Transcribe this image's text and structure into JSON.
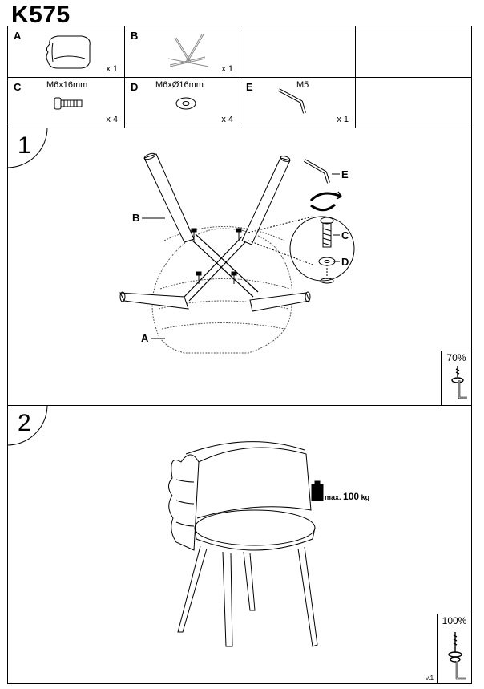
{
  "header": {
    "model": "K575"
  },
  "parts": [
    {
      "letter": "A",
      "spec": "",
      "qty": "x 1",
      "icon": "seat-icon"
    },
    {
      "letter": "B",
      "spec": "",
      "qty": "x 1",
      "icon": "leg-frame-icon"
    },
    {
      "letter": "C",
      "spec": "M6x16mm",
      "qty": "x 4",
      "icon": "bolt-icon"
    },
    {
      "letter": "D",
      "spec": "M6xØ16mm",
      "qty": "x 4",
      "icon": "washer-icon"
    },
    {
      "letter": "E",
      "spec": "M5",
      "qty": "x 1",
      "icon": "allen-key-icon"
    }
  ],
  "steps": [
    {
      "number": "1",
      "callouts": {
        "seat": "A",
        "legs": "B",
        "bolt": "C",
        "washer": "D",
        "key": "E"
      },
      "tighten": "70%"
    },
    {
      "number": "2",
      "max_prefix": "max.",
      "max_value": "100",
      "max_unit": "kg",
      "tighten": "100%"
    }
  ],
  "footer": {
    "version": "v.1"
  }
}
